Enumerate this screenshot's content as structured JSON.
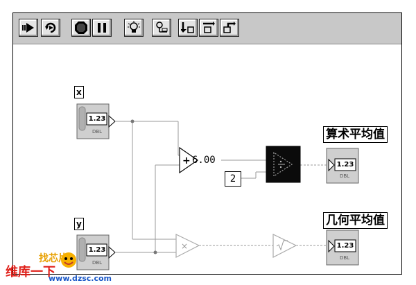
{
  "toolbar": {
    "buttons": [
      {
        "name": "run-button",
        "icon": "run-arrow-icon"
      },
      {
        "name": "run-continuously-button",
        "icon": "run-continuously-icon"
      },
      {
        "name": "abort-button",
        "icon": "stop-icon"
      },
      {
        "name": "pause-button",
        "icon": "pause-icon"
      },
      {
        "name": "highlight-execution-button",
        "icon": "lightbulb-icon"
      },
      {
        "name": "retain-wire-values-button",
        "icon": "probe-icon"
      },
      {
        "name": "step-into-button",
        "icon": "step-into-icon"
      },
      {
        "name": "step-over-button",
        "icon": "step-over-icon"
      },
      {
        "name": "step-out-button",
        "icon": "step-out-icon"
      }
    ]
  },
  "diagram": {
    "x_label": "x",
    "y_label": "y",
    "terminal_value": "1.23",
    "terminal_type": "DBL",
    "constant_sum_display": "6.00",
    "constant_divisor": "2",
    "arithmetic_mean_label": "算术平均值",
    "geometric_mean_label": "几何平均值"
  },
  "watermark": {
    "brand_cn": "维库一下",
    "url": "www.dzsc.com",
    "logo_text": "找芯片"
  }
}
